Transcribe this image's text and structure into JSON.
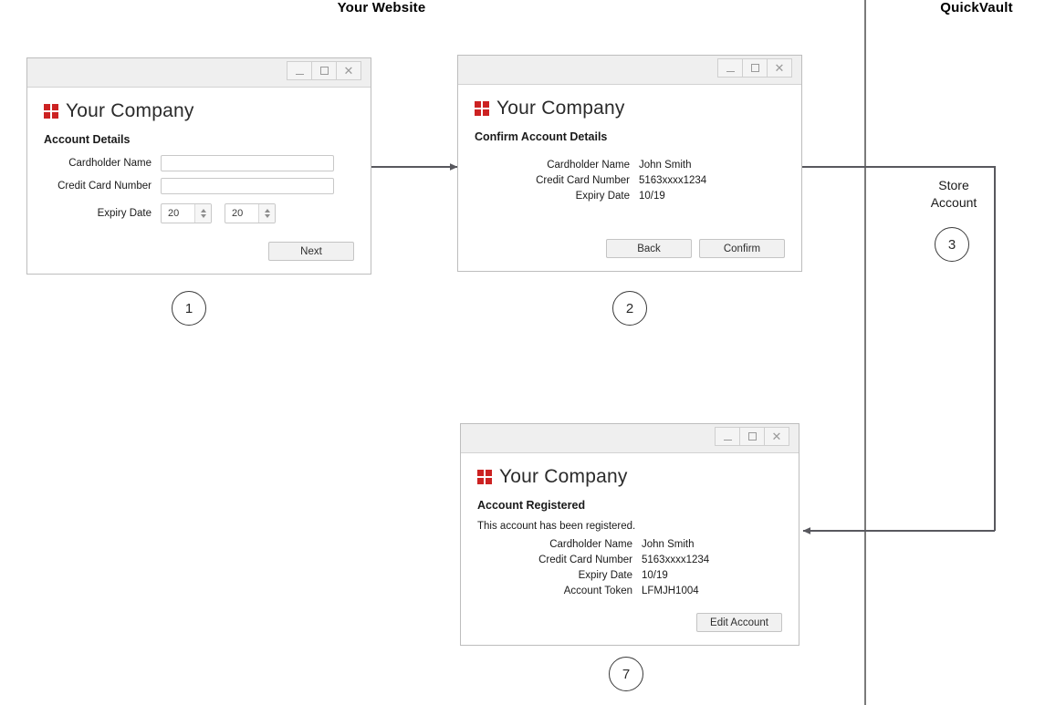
{
  "lanes": {
    "website": "Your Website",
    "vault": "QuickVault"
  },
  "brand": {
    "name": "Your Company",
    "logo_icon": "four-red-squares-logo-icon",
    "logo_color": "#cc2222"
  },
  "window_controls": {
    "minimize": "minimize-icon",
    "maximize": "maximize-icon",
    "close": "close-icon"
  },
  "steps": {
    "one": "1",
    "two": "2",
    "three": "3",
    "seven": "7"
  },
  "store_account": {
    "label": "Store\nAccount"
  },
  "window1": {
    "section_title": "Account Details",
    "fields": [
      {
        "label": "Cardholder Name",
        "value": "",
        "placeholder": ""
      },
      {
        "label": "Credit Card Number",
        "value": "",
        "placeholder": ""
      }
    ],
    "expiry": {
      "label": "Expiry Date",
      "month_value": "20",
      "year_value": "20"
    },
    "next_label": "Next"
  },
  "window2": {
    "section_title": "Confirm Account Details",
    "details": [
      {
        "label": "Cardholder Name",
        "value": "John Smith"
      },
      {
        "label": "Credit Card Number",
        "value": "5163xxxx1234"
      },
      {
        "label": "Expiry Date",
        "value": "10/19"
      }
    ],
    "back_label": "Back",
    "confirm_label": "Confirm"
  },
  "window3": {
    "section_title": "Account Registered",
    "note": "This account has been registered.",
    "details": [
      {
        "label": "Cardholder Name",
        "value": "John Smith"
      },
      {
        "label": "Credit Card Number",
        "value": "5163xxxx1234"
      },
      {
        "label": "Expiry Date",
        "value": "10/19"
      },
      {
        "label": "Account Token",
        "value": "LFMJH1004"
      }
    ],
    "edit_label": "Edit Account"
  }
}
